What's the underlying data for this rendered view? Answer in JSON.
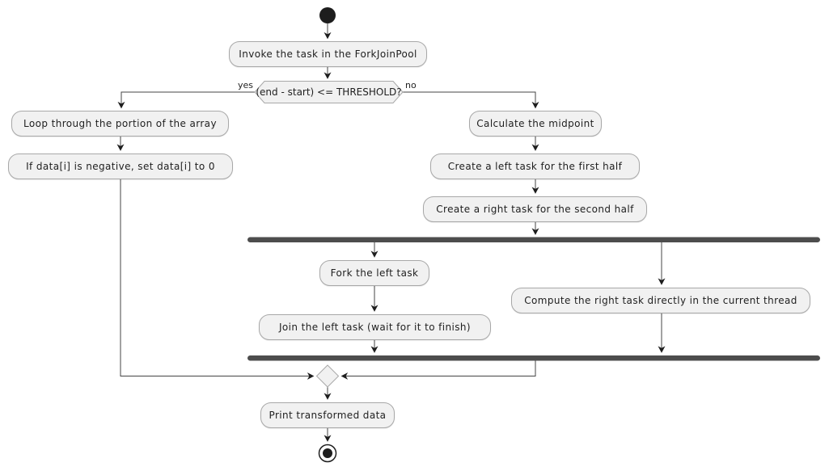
{
  "diagram": {
    "kind": "activity-flowchart",
    "decision": {
      "label": "(end - start) <= THRESHOLD?",
      "yes_label": "yes",
      "no_label": "no"
    },
    "nodes": {
      "invoke": "Invoke the task in the ForkJoinPool",
      "loop": "Loop through the portion of the array",
      "set_zero": "If data[i] is negative, set data[i] to 0",
      "midpoint": "Calculate the midpoint",
      "left_task": "Create a left task for the first half",
      "right_task": "Create a right task for the second half",
      "fork_left": "Fork the left task",
      "join_left": "Join the left task (wait for it to finish)",
      "compute_right": "Compute the right task directly in the current thread",
      "print": "Print transformed data"
    },
    "symbols": {
      "start": "start-node",
      "end": "end-node",
      "fork_bar": "fork-bar",
      "join_bar": "join-bar",
      "merge": "merge-diamond"
    },
    "colors": {
      "node_fill": "#f1f1f1",
      "node_border": "#a8a8a8",
      "sync_bar": "#4d4d4d",
      "line": "#444444",
      "arrowhead": "#1d1d1d",
      "text": "#1f1f1f",
      "background": "#ffffff"
    }
  }
}
